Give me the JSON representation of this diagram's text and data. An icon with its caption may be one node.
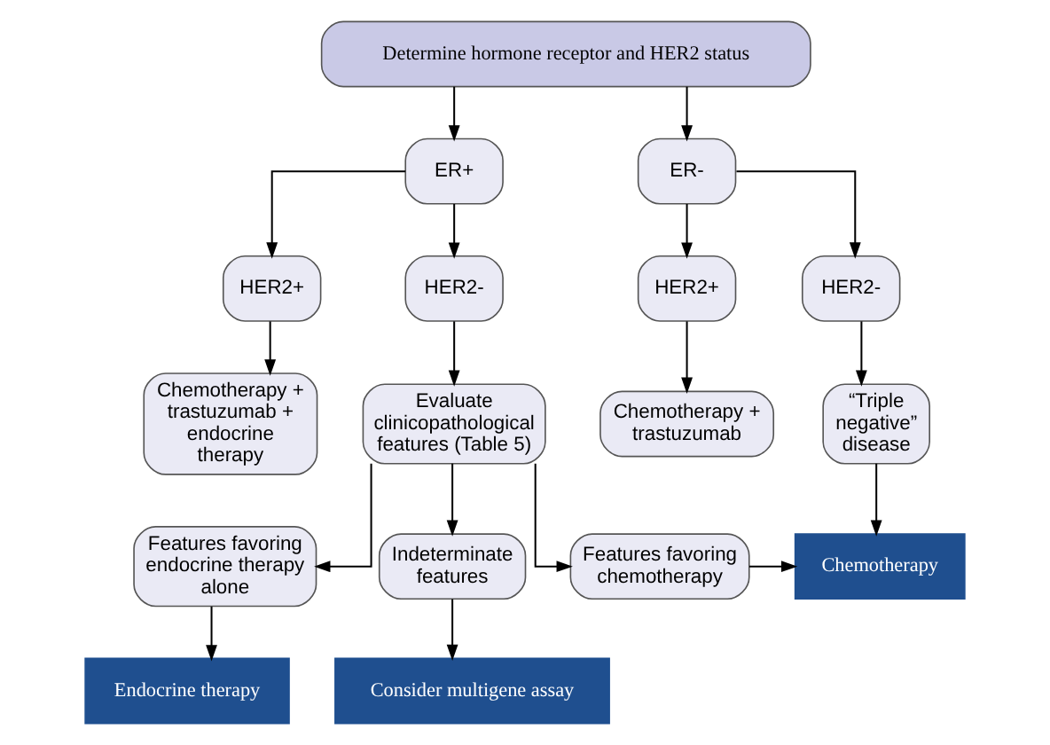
{
  "diagram": {
    "nodes": [
      {
        "text": [
          "Determine hormone receptor and HER2 status"
        ]
      },
      {
        "text": [
          "ER+"
        ]
      },
      {
        "text": [
          "ER-"
        ]
      },
      {
        "text": [
          "HER2+"
        ]
      },
      {
        "text": [
          "HER2-"
        ]
      },
      {
        "text": [
          "HER2+"
        ]
      },
      {
        "text": [
          "HER2-"
        ]
      },
      {
        "text": [
          "Chemotherapy + trastuzumab + endocrine therapy"
        ]
      },
      {
        "text": [
          "Evaluate clinicopathological features (Table 5)"
        ]
      },
      {
        "text": [
          "Chemotherapy + trastuzumab"
        ]
      },
      {
        "text": [
          "“Triple negative” disease"
        ]
      },
      {
        "text": [
          "Features favoring endocrine therapy alone"
        ]
      },
      {
        "text": [
          "Indeterminate features"
        ]
      },
      {
        "text": [
          "Features favoring chemotherapy"
        ]
      },
      {
        "text": [
          "Chemotherapy"
        ]
      },
      {
        "text": [
          "Endocrine therapy"
        ]
      },
      {
        "text": [
          "Consider multigene assay"
        ]
      }
    ],
    "edges": [
      {
        "from": 0,
        "to": 1,
        "arrow": "to"
      },
      {
        "from": 0,
        "to": 2,
        "arrow": "to"
      },
      {
        "from": 1,
        "to": 3,
        "arrow": "to"
      },
      {
        "from": 1,
        "to": 4,
        "arrow": "to"
      },
      {
        "from": 2,
        "to": 5,
        "arrow": "to"
      },
      {
        "from": 2,
        "to": 6,
        "arrow": "to"
      },
      {
        "from": 3,
        "to": 7,
        "arrow": "to"
      },
      {
        "from": 4,
        "to": 8,
        "arrow": "to"
      },
      {
        "from": 5,
        "to": 9,
        "arrow": "to"
      },
      {
        "from": 6,
        "to": 10,
        "arrow": "to"
      },
      {
        "from": 8,
        "to": 11,
        "arrow": "to"
      },
      {
        "from": 8,
        "to": 12,
        "arrow": "to"
      },
      {
        "from": 8,
        "to": 13,
        "arrow": "to"
      },
      {
        "from": 10,
        "to": 14,
        "arrow": "to"
      },
      {
        "from": 13,
        "to": 14,
        "arrow": "to"
      },
      {
        "from": 11,
        "to": 15,
        "arrow": "to"
      },
      {
        "from": 12,
        "to": 16,
        "arrow": "to"
      }
    ]
  }
}
